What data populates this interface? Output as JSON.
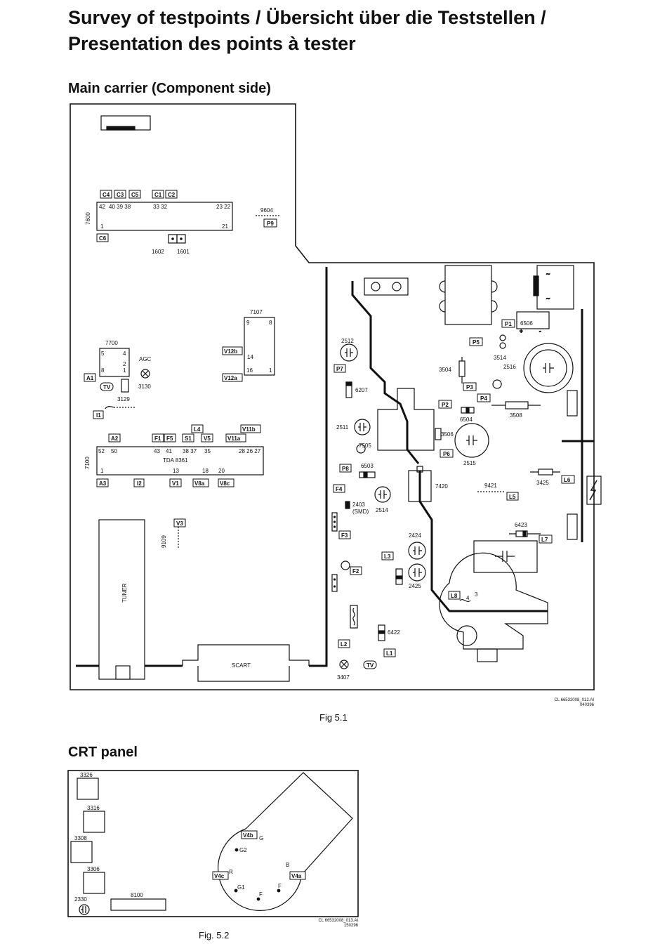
{
  "title_line1": "Survey of testpoints / Übersicht über die Teststellen /",
  "title_line2": "Presentation des points à tester",
  "section1": "Main carrier (Component side)",
  "section2": "CRT panel",
  "fig1": "Fig 5.1",
  "fig2": "Fig. 5.2",
  "ref1_a": "CL 66532008_012.AI",
  "ref1_b": "040396",
  "ref2_a": "CL 66532008_013.AI",
  "ref2_b": "150296",
  "main_labels": {
    "ic7600": "7600",
    "p42": "42",
    "p403938": "40 39 38",
    "p3332": "33 32",
    "p2322": "23 22",
    "p1": "1",
    "p21": "21",
    "r9604": "9604",
    "r1602": "1602",
    "r1601": "1601",
    "ic7107": "7107",
    "p9": "9",
    "p8": "8",
    "p14": "14",
    "p16": "16",
    "p1b": "1",
    "ic7700": "7700",
    "q5": "5",
    "q4": "4",
    "q2": "2",
    "q8": "8",
    "q1": "1",
    "agc": "AGC",
    "r3130": "3130",
    "r3129": "3129",
    "ic7100": "7100",
    "tda": "TDA 8361",
    "t52": "52",
    "t50": "50",
    "t43": "43",
    "t41": "41",
    "t3837": "38 37",
    "t35": "35",
    "t2827": "28 26 27",
    "t1": "1",
    "t13": "13",
    "t18": "18",
    "t20": "20",
    "r9109": "9109",
    "tuner": "TUNER",
    "scart": "SCART",
    "c2512": "2512",
    "c6207": "6207",
    "c2511": "2511",
    "q7505": "7505",
    "c6503": "6503",
    "c2403": "2403",
    "smd": "(SMD)",
    "c2514": "2514",
    "c2424": "2424",
    "c2425": "2425",
    "c6422": "6422",
    "r3407": "3407",
    "c3504": "3504",
    "c3506": "3506",
    "c2515": "2515",
    "c6504": "6504",
    "c3508": "3508",
    "c3514": "3514",
    "c2516": "2516",
    "c6506": "6506",
    "c7420": "7420",
    "c9421": "9421",
    "c3425": "3425",
    "c6423": "6423",
    "c4": "4",
    "c3": "3"
  },
  "main_tags": {
    "C4": "C4",
    "C3": "C3",
    "C5": "C5",
    "C1": "C1",
    "C2": "C2",
    "C6": "C6",
    "P9": "P9",
    "V12b": "V12b",
    "V12a": "V12a",
    "A1": "A1",
    "TV": "TV",
    "I1": "I1",
    "A2": "A2",
    "F1": "F1",
    "F5": "F5",
    "S1": "S1",
    "L4": "L4",
    "V5": "V5",
    "V11b": "V11b",
    "V11a": "V11a",
    "A3": "A3",
    "I2": "I2",
    "V1": "V1",
    "V8a": "V8a",
    "V8c": "V8c",
    "V3": "V3",
    "P7": "P7",
    "P8": "P8",
    "F4": "F4",
    "F3": "F3",
    "F2": "F2",
    "L3": "L3",
    "L2": "L2",
    "L1": "L1",
    "TV2": "TV",
    "P1": "P1",
    "P5": "P5",
    "P3": "P3",
    "P2": "P2",
    "P4": "P4",
    "P6": "P6",
    "L5": "L5",
    "L6": "L6",
    "L7": "L7",
    "L8": "L8"
  },
  "crt_labels": {
    "r3326": "3326",
    "r3316": "3316",
    "r3308": "3308",
    "r3306": "3306",
    "r2330": "2330",
    "r8100": "8100",
    "G": "G",
    "G2": "G2",
    "R": "R",
    "B": "B",
    "G1": "G1",
    "F1": "F",
    "F2": "F"
  },
  "crt_tags": {
    "V4b": "V4b",
    "V4c": "V4c",
    "V4a": "V4a"
  }
}
